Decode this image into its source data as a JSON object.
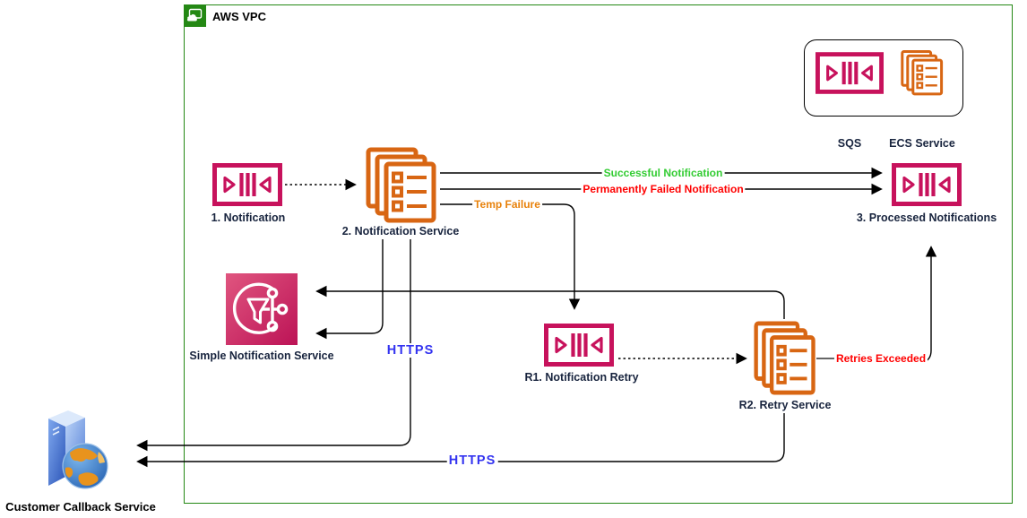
{
  "diagram": {
    "vpc_label": "AWS VPC",
    "legend": {
      "sqs_label": "SQS",
      "ecs_label": "ECS Service"
    },
    "nodes": {
      "notification": "1. Notification",
      "notification_service": "2. Notification Service",
      "processed_notifications": "3. Processed Notifications",
      "sns": "Simple Notification Service",
      "notification_retry": "R1. Notification Retry",
      "retry_service": "R2. Retry Service",
      "customer_callback": "Customer Callback Service"
    },
    "edges": {
      "successful": "Successful Notification",
      "permanently_failed": "Permanently Failed Notification",
      "temp_failure": "Temp Failure",
      "retries_exceeded": "Retries Exceeded",
      "https_sns": "HTTPS",
      "https_callback": "HTTPS"
    },
    "icons": {
      "vpc": "vpc-cloud-icon",
      "sqs": "sqs-queue-icon",
      "ecs": "ecs-tasks-icon",
      "sns": "sns-fanout-icon",
      "customer_callback": "server-globe-icon"
    },
    "colors": {
      "sqs_pink": "#C7125C",
      "ecs_orange": "#D86613",
      "vpc_green": "#248814",
      "success_green": "#33CC33",
      "failure_red": "#FF0000",
      "temp_orange": "#E8820C",
      "https_blue": "#3434F0"
    }
  }
}
